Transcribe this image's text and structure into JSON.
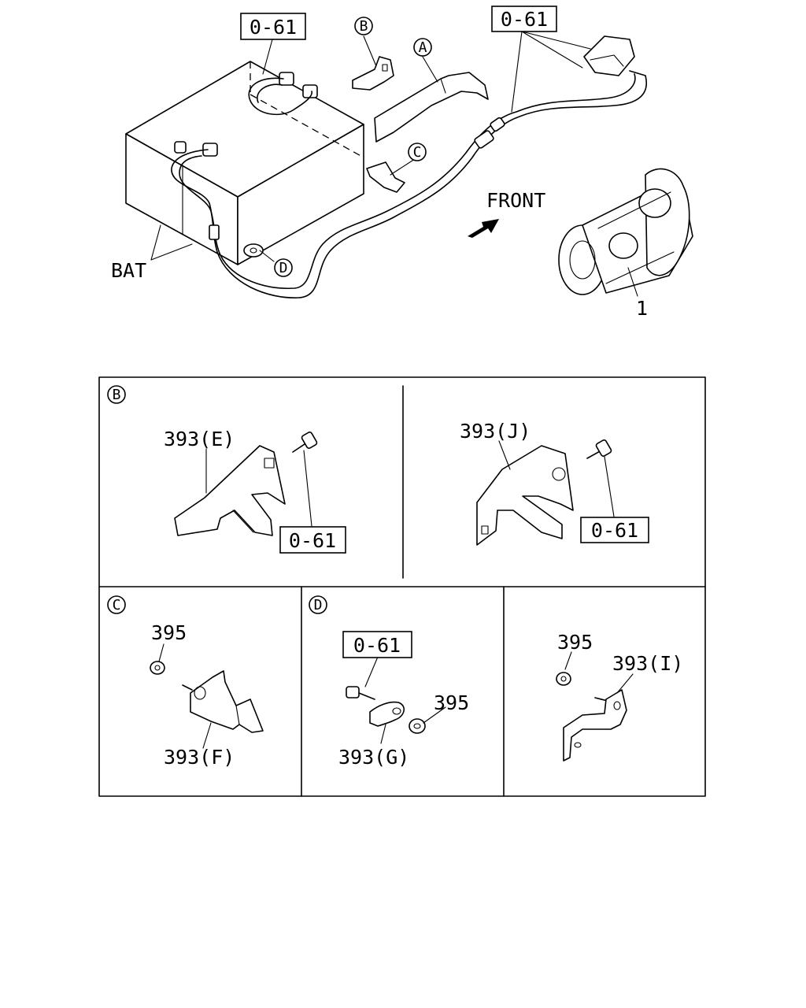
{
  "overview": {
    "ref_top_left": "0-61",
    "ref_top_right": "0-61",
    "callout_a": "A",
    "callout_b": "B",
    "callout_c": "C",
    "callout_d": "D",
    "front_label": "FRONT",
    "battery_label": "BAT",
    "starter_part_no": "1"
  },
  "detail_b": {
    "title": "B",
    "left": {
      "part": "393(E)",
      "ref": "0-61"
    },
    "right": {
      "part": "393(J)",
      "ref": "0-61"
    }
  },
  "detail_c": {
    "title": "C",
    "nut": "395",
    "part": "393(F)"
  },
  "detail_d": {
    "title": "D",
    "ref": "0-61",
    "nut": "395",
    "part": "393(G)"
  },
  "detail_i": {
    "nut": "395",
    "part": "393(I)"
  }
}
